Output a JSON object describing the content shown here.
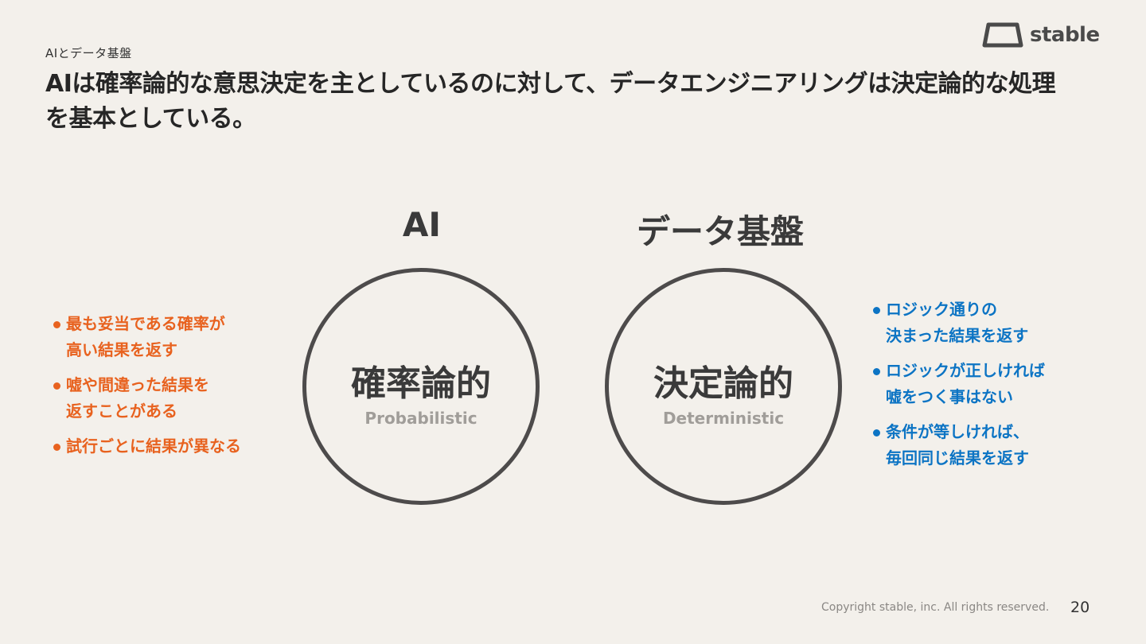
{
  "header": {
    "breadcrumb": "AIとデータ基盤",
    "headline": "AIは確率論的な意思決定を主としているのに対して、データエンジニアリングは決定論的な処理を基本としている。"
  },
  "logo": {
    "text": "stable",
    "icon": "trapezoid-logo-icon"
  },
  "columns": [
    {
      "title": "AI",
      "main": "確率論的",
      "sub": "Probabilistic"
    },
    {
      "title": "データ基盤",
      "main": "決定論的",
      "sub": "Deterministic"
    }
  ],
  "left_bullets": [
    [
      "最も妥当である確率が",
      "高い結果を返す"
    ],
    [
      "嘘や間違った結果を",
      "返すことがある"
    ],
    [
      "試行ごとに結果が異なる"
    ]
  ],
  "right_bullets": [
    [
      "ロジック通りの",
      "決まった結果を返す"
    ],
    [
      "ロジックが正しければ",
      "嘘をつく事はない"
    ],
    [
      "条件が等しければ、",
      "毎回同じ結果を返す"
    ]
  ],
  "colors": {
    "orange": "#e8621f",
    "blue": "#0c74c4",
    "background": "#f3f0eb"
  },
  "footer": {
    "copyright": "Copyright stable, inc. All rights reserved.",
    "page": "20"
  }
}
